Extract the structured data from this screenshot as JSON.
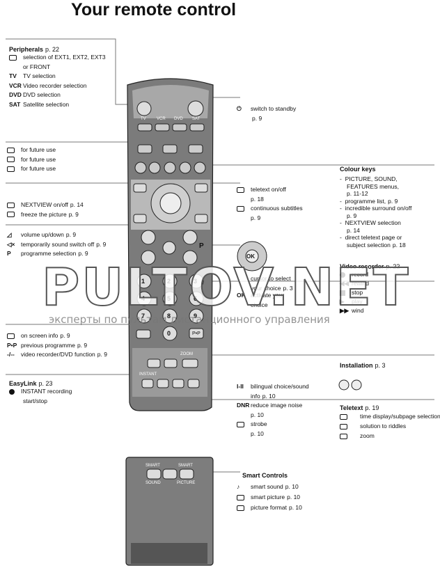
{
  "title": "Your remote control",
  "left": {
    "peripherals": {
      "heading": "Peripherals",
      "page": "p. 22",
      "items": [
        {
          "icon": "input-select-icon",
          "text": "selection of EXT1, EXT2, EXT3"
        },
        {
          "icon": "",
          "text": "or FRONT"
        },
        {
          "sym": "TV",
          "text": "TV selection"
        },
        {
          "sym": "VCR",
          "text": "Video recorder selection"
        },
        {
          "sym": "DVD",
          "text": "DVD selection"
        },
        {
          "sym": "SAT",
          "text": "Satellite selection"
        }
      ]
    },
    "future": [
      "for future use",
      "for future use",
      "for future use"
    ],
    "nextview": {
      "text": "NEXTVIEW on/off",
      "page": "p. 14"
    },
    "freeze": {
      "text": "freeze the picture",
      "page": "p. 9"
    },
    "volume": {
      "text": "volume up/down",
      "page": "p. 9"
    },
    "mute": {
      "text": "temporarily sound switch off",
      "page": "p. 9"
    },
    "programme": {
      "sym": "P",
      "text": "programme selection",
      "page": "p. 9"
    },
    "onscreen": {
      "text": "on screen info",
      "page": "p. 9"
    },
    "previous": {
      "sym": "P•P",
      "text": "previous programme",
      "page": "p. 9"
    },
    "vcrdvd": {
      "sym": "-/--",
      "text": "video recorder/DVD function",
      "page": "p. 9"
    },
    "easylink": {
      "heading": "EasyLink",
      "page": "p. 23",
      "line1": "INSTANT recording",
      "line2": "start/stop"
    }
  },
  "middle": {
    "standby": {
      "text": "switch to standby",
      "page": "p. 9"
    },
    "teletext": {
      "text": "teletext on/off",
      "page": "p. 18"
    },
    "subtitles": {
      "text": "continuous subtitles",
      "page": "p. 9"
    },
    "cursor": {
      "line1": "cursor to select",
      "line2": "your choice",
      "page": "p. 3"
    },
    "ok": {
      "sym": "OK",
      "line1": "activate your",
      "line2": "choice"
    },
    "bilingual": {
      "sym": "I-II",
      "line1": "bilingual choice/sound",
      "line2": "info",
      "page": "p. 10"
    },
    "dnr": {
      "sym": "DNR",
      "text": "reduce image noise",
      "page": "p. 10"
    },
    "strobe": {
      "text": "strobe",
      "page": "p. 10"
    }
  },
  "right": {
    "colour": {
      "heading": "Colour keys",
      "items": [
        {
          "line1": "PICTURE, SOUND,",
          "line2": "FEATURES menus,",
          "line3": "p. 11-12"
        },
        {
          "line1": "programme list,",
          "line2": "p. 9"
        },
        {
          "line1": "incredible surround on/off",
          "line2": "p. 9"
        },
        {
          "line1": "NEXTVIEW selection",
          "line2": "p. 14"
        },
        {
          "line1": "direct teletext page or",
          "line2": "subject selection",
          "page": "p. 18"
        }
      ]
    },
    "video": {
      "heading": "Video recorder",
      "page": "p. 22",
      "items": [
        "record",
        "rewind",
        "stop",
        "play",
        "wind"
      ]
    },
    "installation": {
      "heading": "Installation",
      "page": "p. 3"
    },
    "teletext": {
      "heading": "Teletext",
      "page": "p. 19",
      "items": [
        "time display/subpage selection",
        "solution to riddles",
        "zoom"
      ]
    }
  },
  "smart": {
    "heading": "Smart Controls",
    "items": [
      {
        "text": "smart sound",
        "page": "p. 10"
      },
      {
        "text": "smart picture",
        "page": "p. 10"
      },
      {
        "text": "picture format",
        "page": "p. 10"
      }
    ],
    "labels": {
      "smart1": "SMART",
      "smart2": "SMART",
      "sound": "SOUND",
      "picture": "PICTURE"
    }
  },
  "remote": {
    "labels": {
      "tv": "TV",
      "vcr": "VCR",
      "dvd": "DVD",
      "sat": "SAT",
      "p": "P",
      "zoom": "ZOOM",
      "instant": "INSTANT",
      "pp": "P•P",
      "ok": "OK"
    },
    "digits": [
      "1",
      "2",
      "3",
      "4",
      "5",
      "6",
      "7",
      "8",
      "9",
      "0"
    ]
  },
  "watermark": {
    "main": "PULTOV.NET",
    "sub": "эксперты по пультам дистанционного управления"
  }
}
